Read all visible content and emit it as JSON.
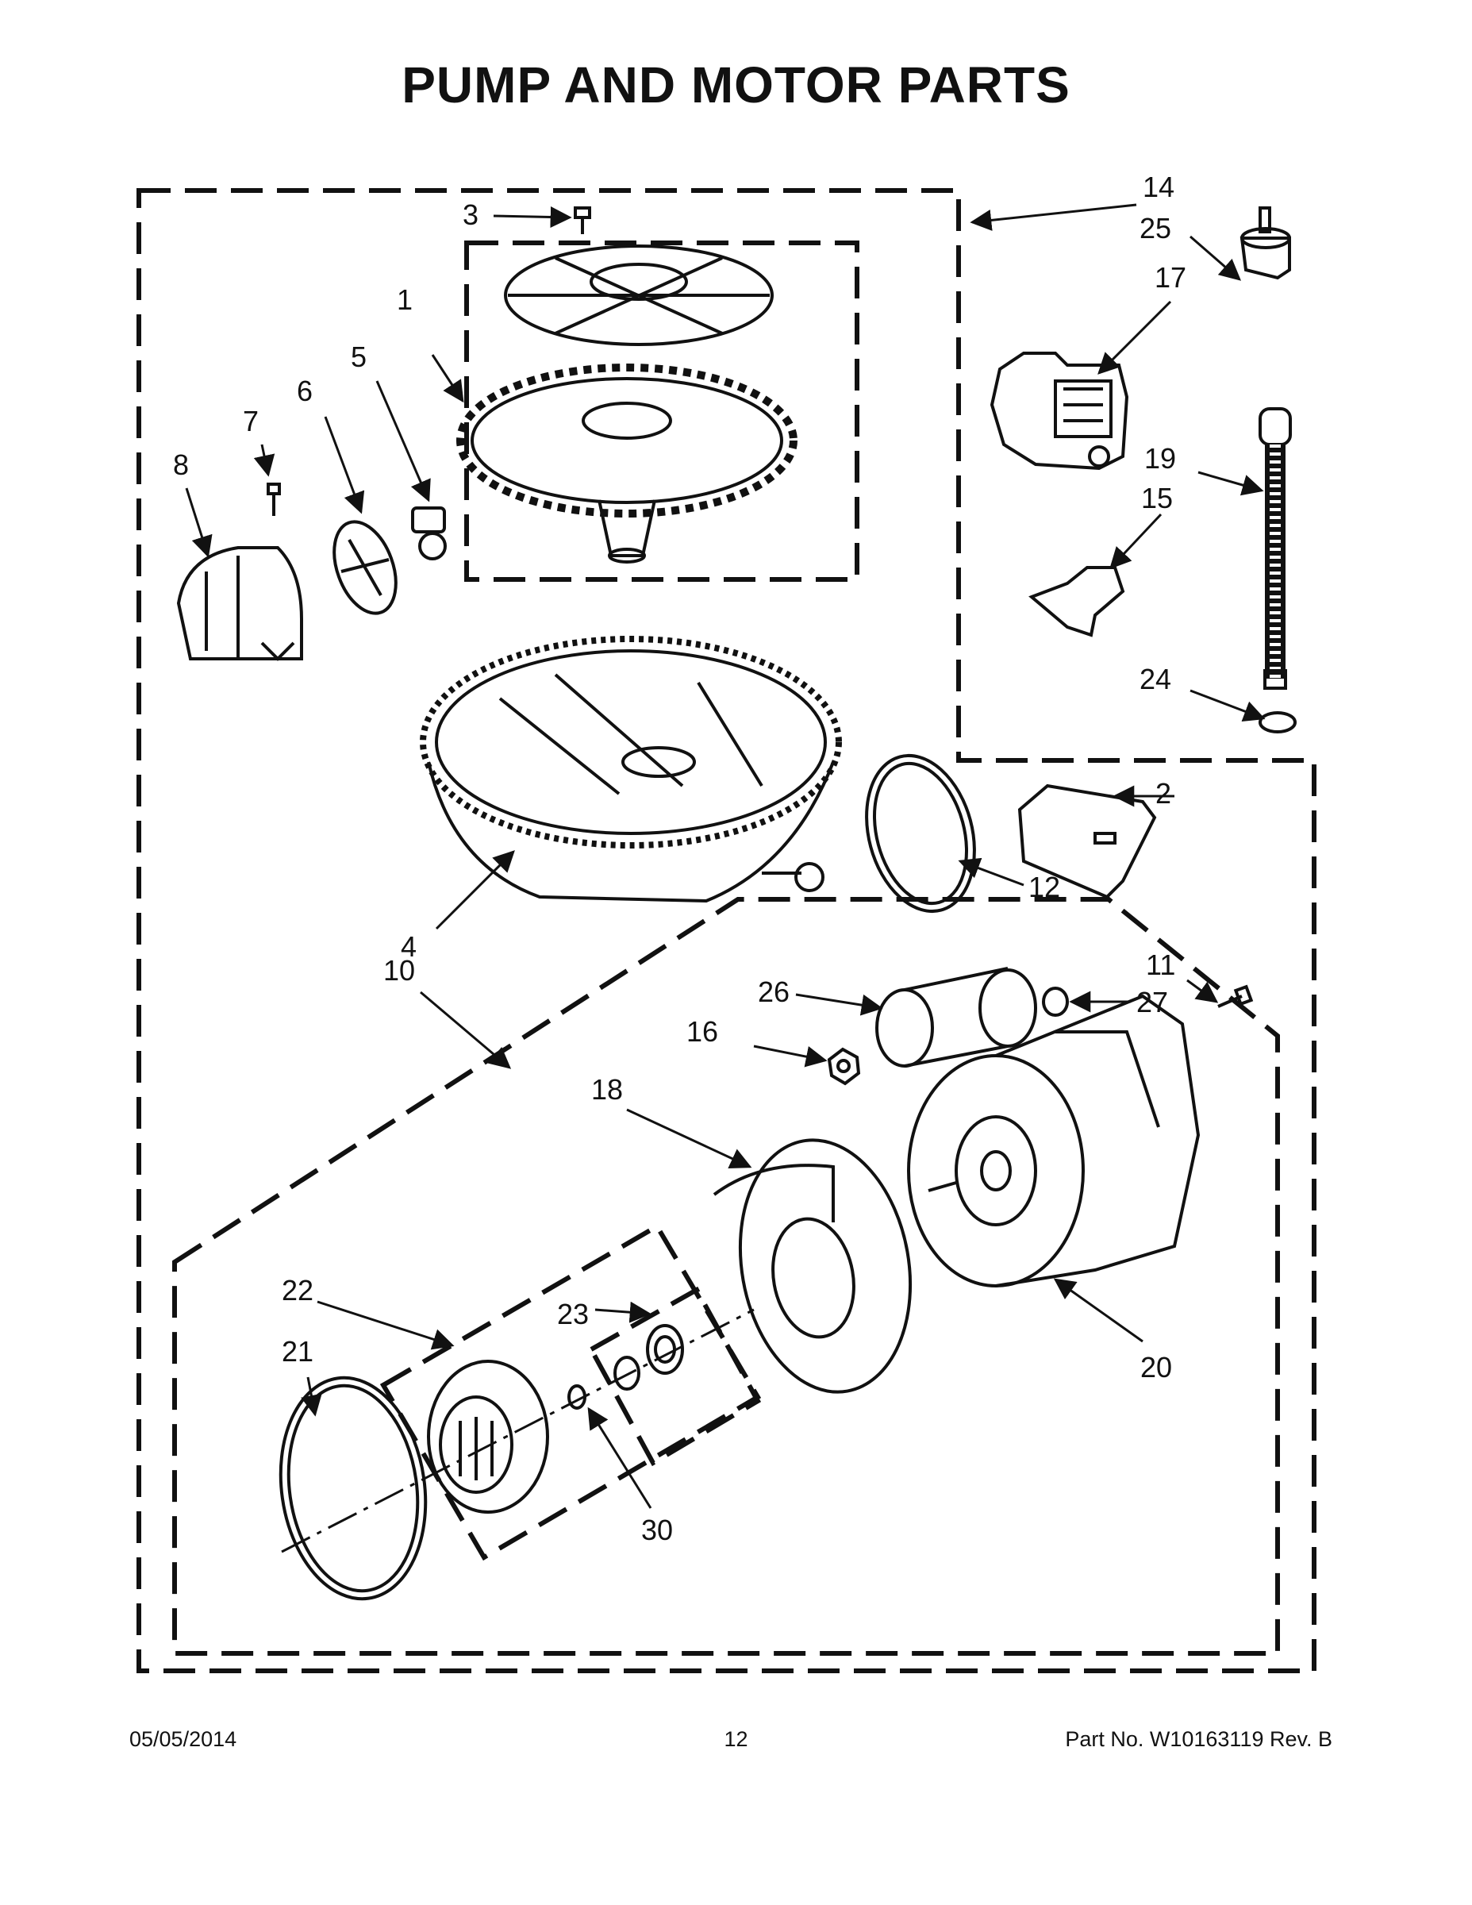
{
  "title": "PUMP AND MOTOR PARTS",
  "callouts": [
    "1",
    "2",
    "3",
    "4",
    "5",
    "6",
    "7",
    "8",
    "10",
    "11",
    "12",
    "14",
    "15",
    "16",
    "17",
    "18",
    "19",
    "20",
    "21",
    "22",
    "23",
    "24",
    "25",
    "26",
    "27",
    "30"
  ],
  "footer": {
    "date": "05/05/2014",
    "page": "12",
    "part_no": "Part No.  W10163119  Rev.  B"
  }
}
